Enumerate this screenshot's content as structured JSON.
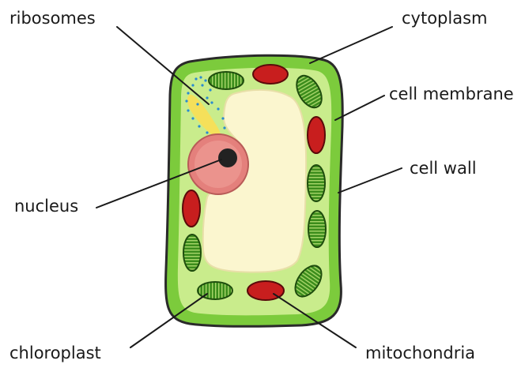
{
  "labels": {
    "ribosomes": "ribosomes",
    "cytoplasm": "cytoplasm",
    "cell_membrane": "cell membrane",
    "cell_wall": "cell wall",
    "nucleus": "nucleus",
    "chloroplast": "chloroplast",
    "mitochondria": "mitochondria"
  },
  "colors": {
    "cell_wall": "#7ccb3c",
    "cytoplasm": "#c9ec8c",
    "vacuole": "#fbf6cf",
    "nucleus": "#e07a78",
    "nucleolus": "#222222",
    "chloroplast": "#3a8a1a",
    "mitochondria": "#c81e1e",
    "ribosome_strip": "#f5e05a",
    "ribosome_dots": "#2a8bd0"
  }
}
